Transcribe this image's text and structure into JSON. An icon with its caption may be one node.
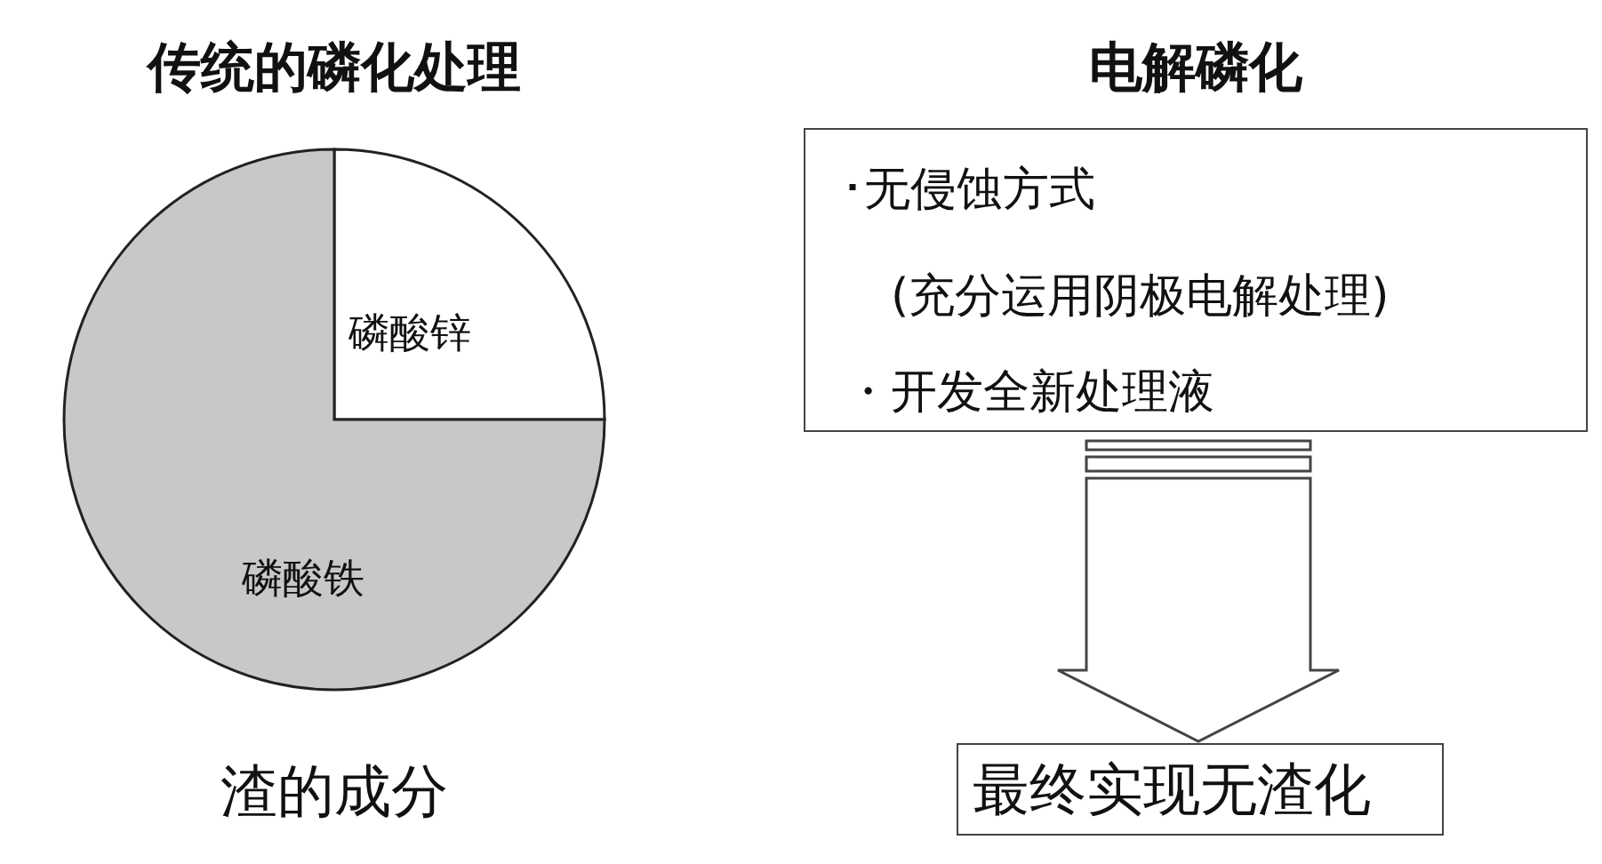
{
  "diagram": {
    "nodes": [
      {
        "text": [
          "磷酸锌"
        ]
      },
      {
        "text": [
          "磷酸铁"
        ]
      },
      {
        "text": [
          "･无侵蚀方式",
          "(充分运用阴极电解处理)",
          "・开发全新处理液"
        ],
        "beside": [
          "电解磷化"
        ]
      },
      {
        "text": [
          "最终实现无渣化"
        ]
      }
    ],
    "edges": [
      {
        "from": 2,
        "to": 3,
        "arrow": "to"
      }
    ],
    "labels": [
      "传统的磷化处理",
      "渣的成分"
    ]
  }
}
